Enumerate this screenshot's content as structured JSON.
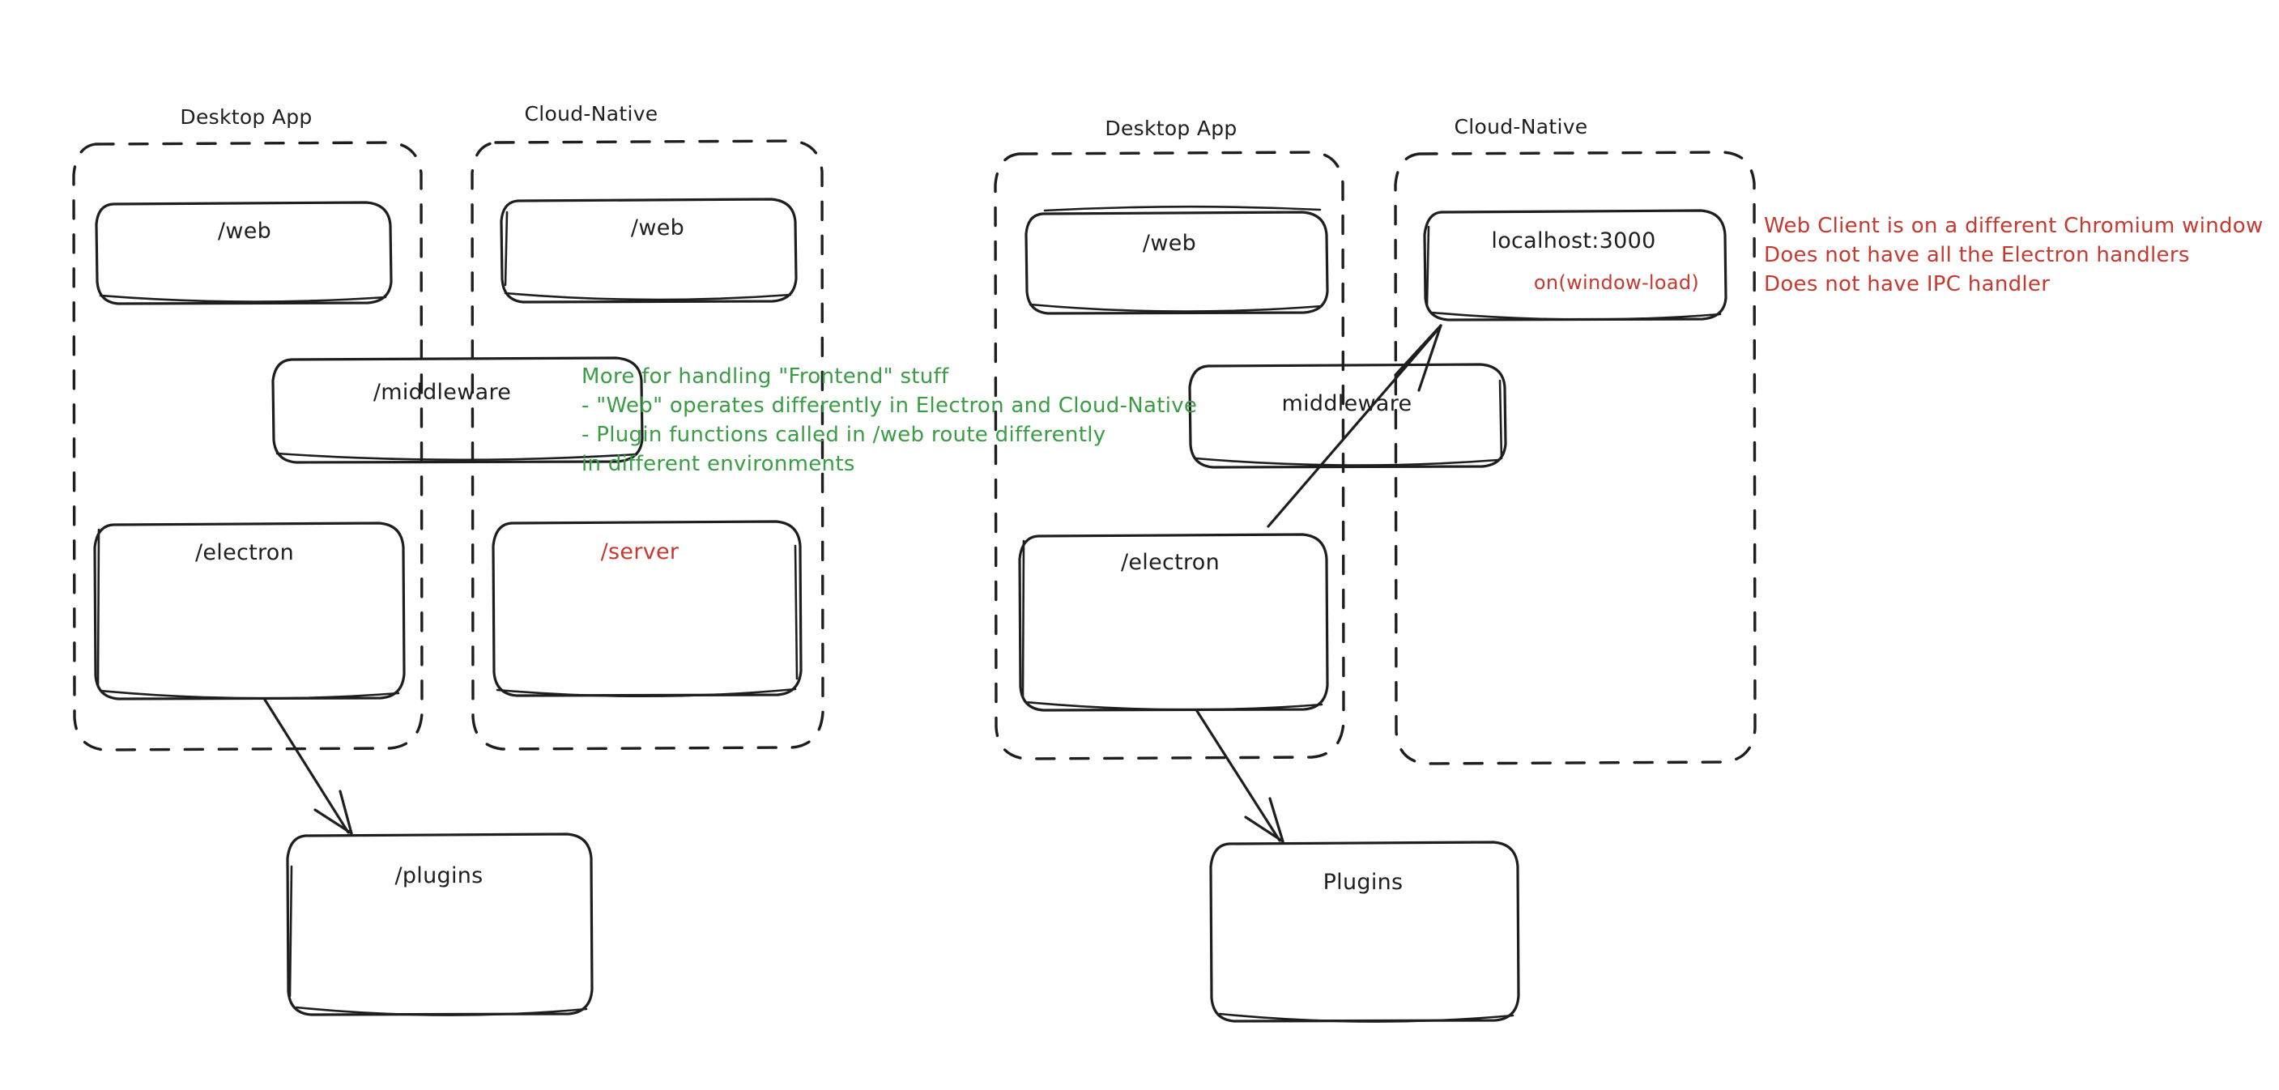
{
  "canvas": {
    "background": "#ffffff",
    "stroke_color": "#1e1e1e",
    "green_color": "#3a9c44",
    "red_color": "#c5392f"
  },
  "diagrams": [
    {
      "id": "left-diagram",
      "groups": [
        {
          "id": "left-desktop-app",
          "label": "Desktop App"
        },
        {
          "id": "left-cloud-native",
          "label": "Cloud-Native"
        }
      ],
      "nodes": [
        {
          "id": "left-desktop-web",
          "label": "/web",
          "color": "black"
        },
        {
          "id": "left-cloud-web",
          "label": "/web",
          "color": "black"
        },
        {
          "id": "left-middleware",
          "label": "/middleware",
          "color": "black"
        },
        {
          "id": "left-electron",
          "label": "/electron",
          "color": "black"
        },
        {
          "id": "left-server",
          "label": "/server",
          "color": "red"
        },
        {
          "id": "left-plugins",
          "label": "/plugins",
          "color": "black"
        }
      ],
      "edges": [
        {
          "id": "left-electron-to-plugins",
          "from": "left-electron",
          "to": "left-plugins"
        }
      ]
    },
    {
      "id": "right-diagram",
      "groups": [
        {
          "id": "right-desktop-app",
          "label": "Desktop App"
        },
        {
          "id": "right-cloud-native",
          "label": "Cloud-Native"
        }
      ],
      "nodes": [
        {
          "id": "right-desktop-web",
          "label": "/web",
          "color": "black"
        },
        {
          "id": "right-localhost",
          "label": "localhost:3000",
          "sublabel": "on(window-load)",
          "color": "black"
        },
        {
          "id": "right-middleware",
          "label": "middleware",
          "color": "black"
        },
        {
          "id": "right-electron",
          "label": "/electron",
          "color": "black"
        },
        {
          "id": "right-plugins",
          "label": "Plugins",
          "color": "black"
        }
      ],
      "edges": [
        {
          "id": "right-electron-to-localhost",
          "from": "right-electron",
          "to": "right-localhost"
        },
        {
          "id": "right-electron-to-plugins",
          "from": "right-electron",
          "to": "right-plugins"
        }
      ]
    }
  ],
  "annotations": [
    {
      "id": "green-note",
      "color": "green",
      "lines": [
        "More for handling \"Frontend\" stuff",
        "- \"Web\" operates differently in Electron and Cloud-Native",
        "- Plugin functions called in /web route differently",
        "in different environments"
      ]
    },
    {
      "id": "red-note",
      "color": "red",
      "lines": [
        "Web Client is on a different Chromium window",
        "Does not have all the Electron handlers",
        "Does not have IPC handler"
      ]
    }
  ]
}
